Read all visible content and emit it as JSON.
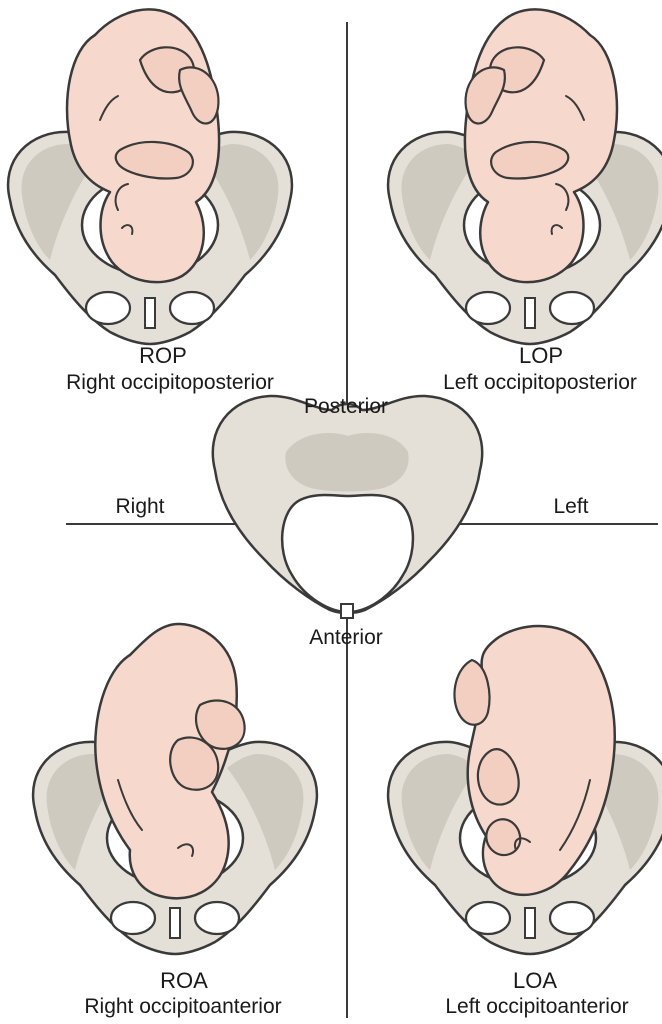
{
  "labels": {
    "axis_posterior": "Posterior",
    "axis_anterior": "Anterior",
    "axis_right": "Right",
    "axis_left": "Left"
  },
  "positions": [
    {
      "code": "ROP",
      "name": "Right occipitoposterior"
    },
    {
      "code": "LOP",
      "name": "Left occipitoposterior"
    },
    {
      "code": "ROA",
      "name": "Right occipitoanterior"
    },
    {
      "code": "LOA",
      "name": "Left occipitoanterior"
    }
  ],
  "colors": {
    "pelvis": "#e4e0d8",
    "fetus": "#f6d9cc",
    "outline": "#3a3a3a"
  }
}
